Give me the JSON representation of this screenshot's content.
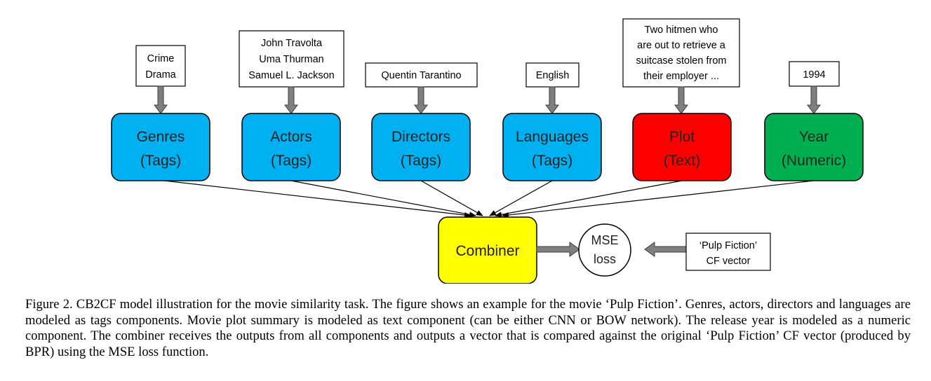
{
  "inputs": {
    "genres": [
      "Crime",
      "Drama"
    ],
    "actors": [
      "John Travolta",
      "Uma Thurman",
      "Samuel L. Jackson"
    ],
    "directors": [
      "Quentin Tarantino"
    ],
    "languages": [
      "English"
    ],
    "plot": [
      "Two hitmen who",
      "are out to retrieve a",
      "suitcase stolen from",
      "their employer ..."
    ],
    "year": [
      "1994"
    ]
  },
  "components": {
    "genres": [
      "Genres",
      "(Tags)"
    ],
    "actors": [
      "Actors",
      "(Tags)"
    ],
    "directors": [
      "Directors",
      "(Tags)"
    ],
    "languages": [
      "Languages",
      "(Tags)"
    ],
    "plot": [
      "Plot",
      "(Text)"
    ],
    "year": [
      "Year",
      "(Numeric)"
    ]
  },
  "combiner": {
    "label": "Combiner"
  },
  "loss": {
    "lines": [
      "MSE",
      "loss"
    ]
  },
  "target": {
    "lines": [
      "‘Pulp Fiction’",
      "CF vector"
    ]
  },
  "colors": {
    "tags": "#00B0F0",
    "text": "#FF0000",
    "numeric": "#00B050",
    "combiner": "#FFFF00",
    "arrow": "#7F7F7F"
  },
  "caption": "Figure 2. CB2CF model illustration for the movie similarity task. The figure shows an example for the movie ‘Pulp Fiction’. Genres, actors, directors and languages are modeled as tags components. Movie plot summary is modeled as text component (can be either CNN or BOW network). The release year is modeled as a numeric component. The combiner receives the outputs from all components and outputs a vector that is compared against the original ‘Pulp Fiction’ CF vector (produced by BPR) using the MSE loss function."
}
